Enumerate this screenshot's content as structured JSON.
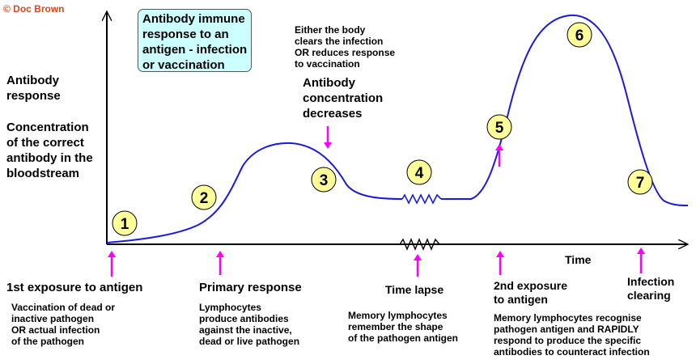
{
  "credit": "© Doc Brown",
  "title": "Antibody immune\nresponse to an\nantigen - infection\nor vaccination",
  "y_axis": {
    "label": "Antibody\nresponse",
    "description": "Concentration\nof the correct\nantibody in the\nbloodstream"
  },
  "x_axis": {
    "label": "Time"
  },
  "clearing_note": "Either the body\nclears the infection\nOR reduces response\nto vaccination",
  "decrease_label": "Antibody\nconcentration\ndecreases",
  "stages": [
    {
      "number": "1"
    },
    {
      "number": "2"
    },
    {
      "number": "3"
    },
    {
      "number": "4"
    },
    {
      "number": "5"
    },
    {
      "number": "6"
    },
    {
      "number": "7"
    }
  ],
  "annotations": {
    "first_exposure": {
      "heading": "1st exposure to antigen",
      "detail": "Vaccination of dead or\ninactive pathogen\n    OR actual infection\n    of the pathogen"
    },
    "primary_response": {
      "heading": "Primary response",
      "detail": "Lymphocytes\nproduce antibodies\nagainst the inactive,\ndead or live pathogen"
    },
    "time_lapse": {
      "heading": "Time lapse",
      "detail": "Memory lymphocytes\nremember the shape\nof the pathogen antigen"
    },
    "second_exposure": {
      "heading": "2nd exposure\nto antigen",
      "detail": "Memory lymphocytes recognise\npathogen antigen and RAPIDLY\nrespond to produce the specific\nantibodies to counteract infection"
    },
    "infection_clearing": {
      "heading": "Infection\nclearing"
    }
  },
  "colors": {
    "curve": "#1a1adb",
    "arrow": "#ff00ff",
    "circle_fill": "#ffff99",
    "title_box": "#ccffff",
    "credit": "#d9481e"
  }
}
